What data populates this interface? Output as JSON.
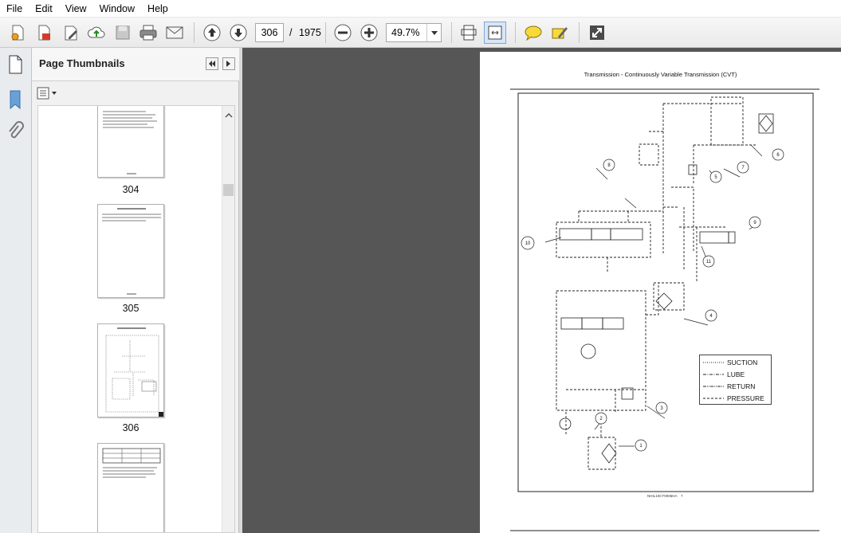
{
  "menu": [
    "File",
    "Edit",
    "View",
    "Window",
    "Help"
  ],
  "toolbar": {
    "current_page": "306",
    "page_separator": "/",
    "total_pages": "1975",
    "zoom": "49.7%"
  },
  "panel": {
    "title": "Page Thumbnails"
  },
  "thumbnails": [
    {
      "label": "304"
    },
    {
      "label": "305"
    },
    {
      "label": "306"
    }
  ],
  "document": {
    "header": "Transmission - Continuously Variable Transmission (CVT)",
    "footer_code": "NHIL10CT0006HA",
    "footer_page": "7",
    "callouts": [
      "1",
      "2",
      "3",
      "4",
      "5",
      "6",
      "7",
      "8",
      "9",
      "10",
      "11"
    ],
    "legend": [
      "SUCTION",
      "LUBE",
      "RETURN",
      "PRESSURE"
    ]
  },
  "colors": {
    "doc_background": "#565656",
    "panel_background": "#f1f1f1",
    "toolbar_gradient_top": "#f7f7f7"
  },
  "icons": [
    "create-pdf-icon",
    "export-icon",
    "edit-icon",
    "upload-icon",
    "save-icon",
    "print-icon",
    "email-icon",
    "prev-page-icon",
    "next-page-icon",
    "zoom-out-icon",
    "zoom-in-icon",
    "fit-page-icon",
    "fit-width-icon",
    "comment-icon",
    "highlight-icon",
    "fullscreen-icon",
    "page-thumbnails-icon",
    "bookmark-icon",
    "attachment-icon"
  ]
}
